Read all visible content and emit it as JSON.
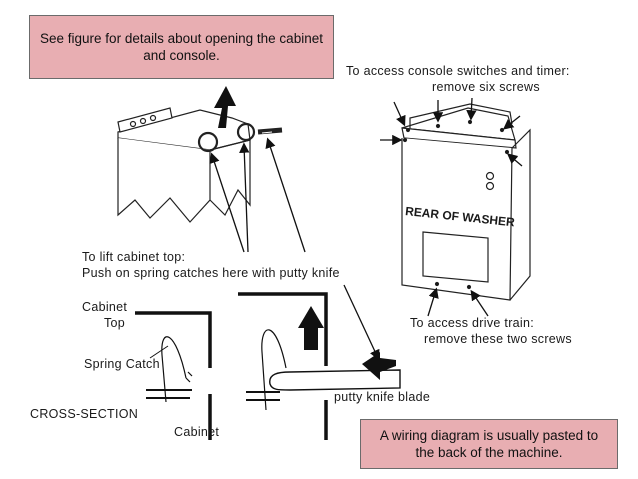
{
  "callouts": {
    "top": "See figure for details about opening the cabinet and console.",
    "bottom": "A wiring diagram is usually pasted to the back of the machine."
  },
  "labels": {
    "console_line1": "To access console switches and timer:",
    "console_line2": "remove six screws",
    "rear_of_washer": "REAR OF WASHER",
    "drive_line1": "To access drive train:",
    "drive_line2": "remove these two screws",
    "lift_line1": "To lift cabinet top:",
    "lift_line2": "Push on spring catches here with putty knife",
    "cabinet_top_1": "Cabinet",
    "cabinet_top_2": "Top",
    "spring_catch": "Spring Catch",
    "cross_section": "CROSS-SECTION",
    "cabinet": "Cabinet",
    "putty_knife_blade": "putty knife blade"
  }
}
